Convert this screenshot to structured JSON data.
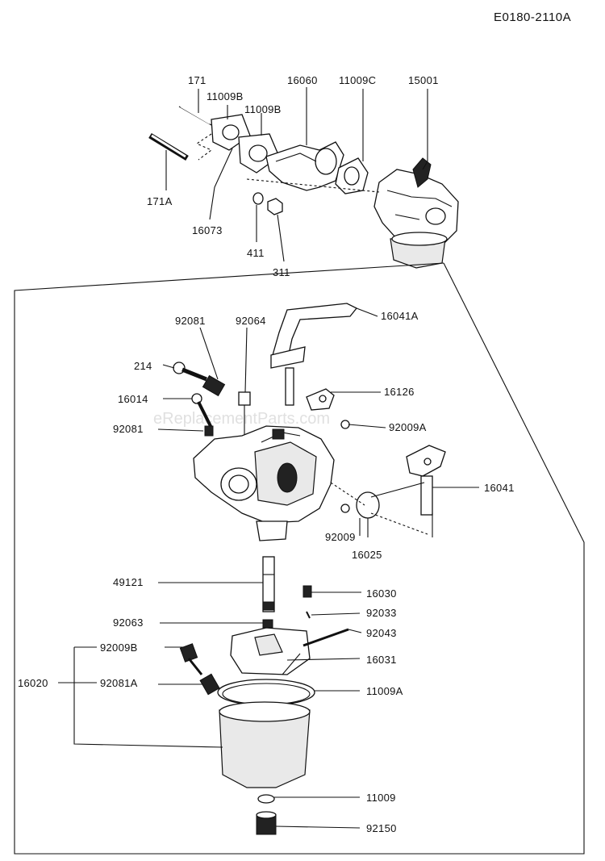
{
  "diagram_code": "E0180-2110A",
  "watermark": "eReplacementParts.com",
  "upper_labels": {
    "p171": "171",
    "p11009b_a": "11009B",
    "p11009b_b": "11009B",
    "p16060": "16060",
    "p11009c": "11009C",
    "p15001": "15001",
    "p171a": "171A",
    "p16073": "16073",
    "p411": "411",
    "p311": "311"
  },
  "lower_labels": {
    "p92081_top": "92081",
    "p92064": "92064",
    "p16041a": "16041A",
    "p214": "214",
    "p16126": "16126",
    "p16014": "16014",
    "p92009a": "92009A",
    "p92081_mid": "92081",
    "p16041": "16041",
    "p92009": "92009",
    "p16025": "16025",
    "p49121": "49121",
    "p18030": "16030",
    "p92033": "92033",
    "p92063": "92063",
    "p92043": "92043",
    "p92009b": "92009B",
    "p16031": "16031",
    "p16020": "16020",
    "p92081a": "92081A",
    "p11009a": "11009A",
    "p11009": "11009",
    "p92150": "92150"
  }
}
